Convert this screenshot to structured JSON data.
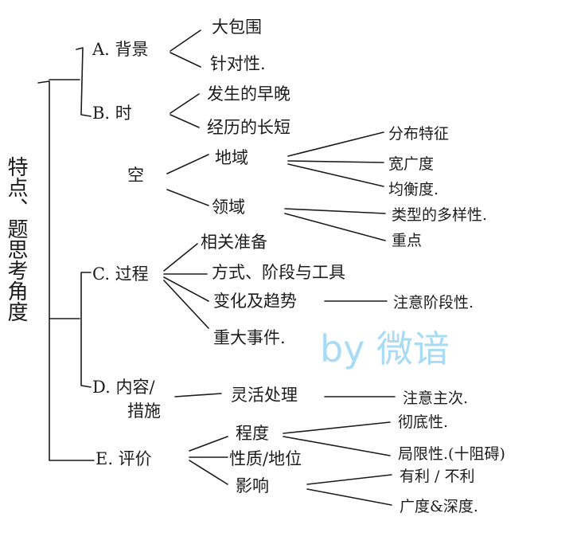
{
  "root": "特点、题思考角度",
  "watermark": "by 微谙",
  "branches": {
    "a": {
      "label": "A. 背景",
      "children": [
        "大包围",
        "针对性."
      ]
    },
    "b": {
      "label": "B. 时",
      "children": [
        "发生的早晚",
        "经历的长短"
      ]
    },
    "space": {
      "label": "空",
      "region": {
        "label": "地域",
        "children": [
          "分布特征",
          "宽广度",
          "均衡度."
        ]
      },
      "domain": {
        "label": "领域",
        "children": [
          "类型的多样性.",
          "重点"
        ]
      }
    },
    "c": {
      "label": "C. 过程",
      "children": [
        "相关准备",
        "方式、阶段与工具",
        "变化及趋势",
        "重大事件."
      ],
      "trend_note": "注意阶段性."
    },
    "d": {
      "label_line1": "D. 内容/",
      "label_line2": "措施",
      "child": "灵活处理",
      "note": "注意主次."
    },
    "e": {
      "label": "E. 评价",
      "degree": {
        "label": "程度",
        "children": [
          "彻底性.",
          "局限性.(十阻碍)"
        ]
      },
      "nature": "性质/地位",
      "influence": {
        "label": "影响",
        "children": [
          "有利 / 不利",
          "广度&深度."
        ]
      }
    }
  }
}
